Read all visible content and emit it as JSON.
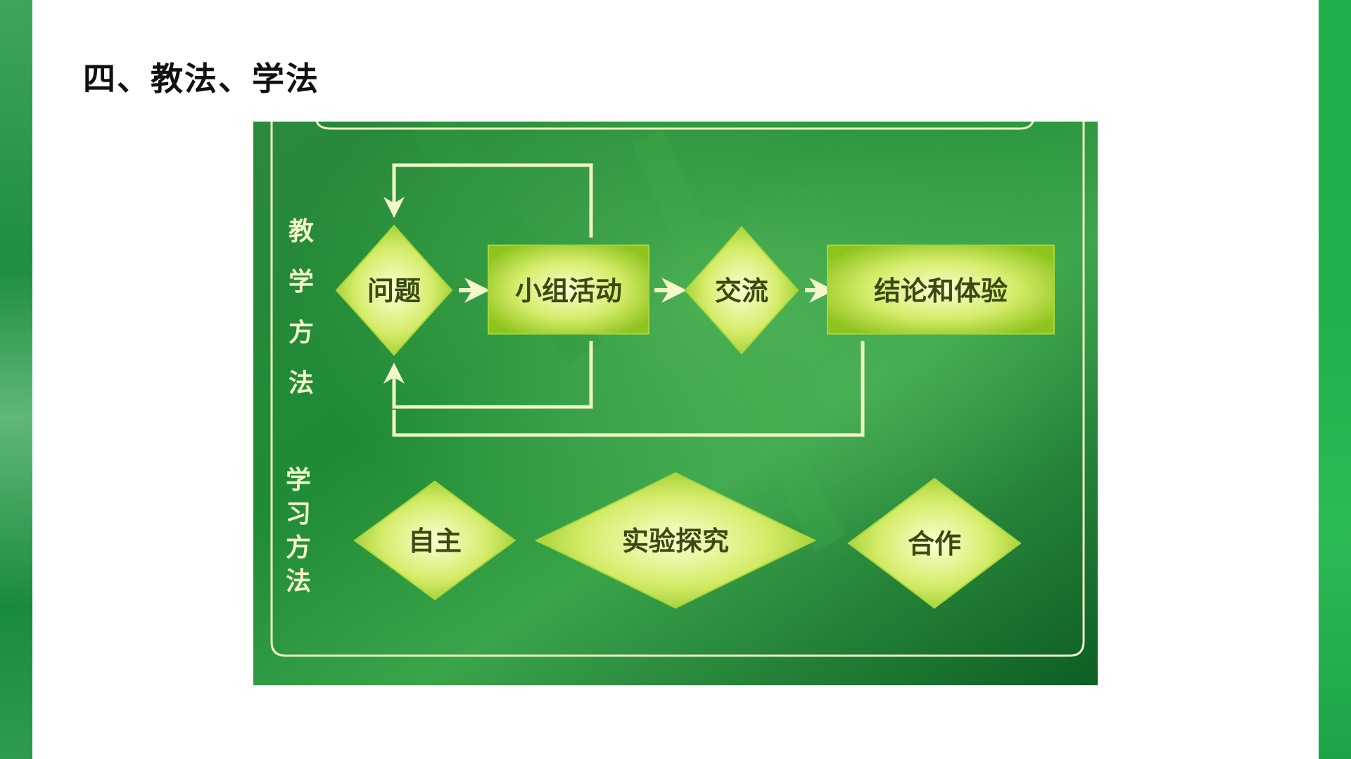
{
  "slide": {
    "title": "四、教法、学法"
  },
  "diagram": {
    "teaching_label": [
      "教",
      "学",
      "方",
      "法"
    ],
    "learning_label": [
      "学",
      "习",
      "方",
      "法"
    ],
    "teaching_flow": {
      "step1": "问题",
      "step2": "小组活动",
      "step3": "交流",
      "step4": "结论和体验"
    },
    "learning_methods": {
      "m1": "自主",
      "m2": "实验探究",
      "m3": "合作"
    },
    "colors": {
      "panel_dark": "#0f6a2a",
      "panel_mid": "#1f8f3a",
      "node_light": "#f4ffb0",
      "node_dark": "#8ec21e",
      "line": "#f0f5c4"
    }
  }
}
